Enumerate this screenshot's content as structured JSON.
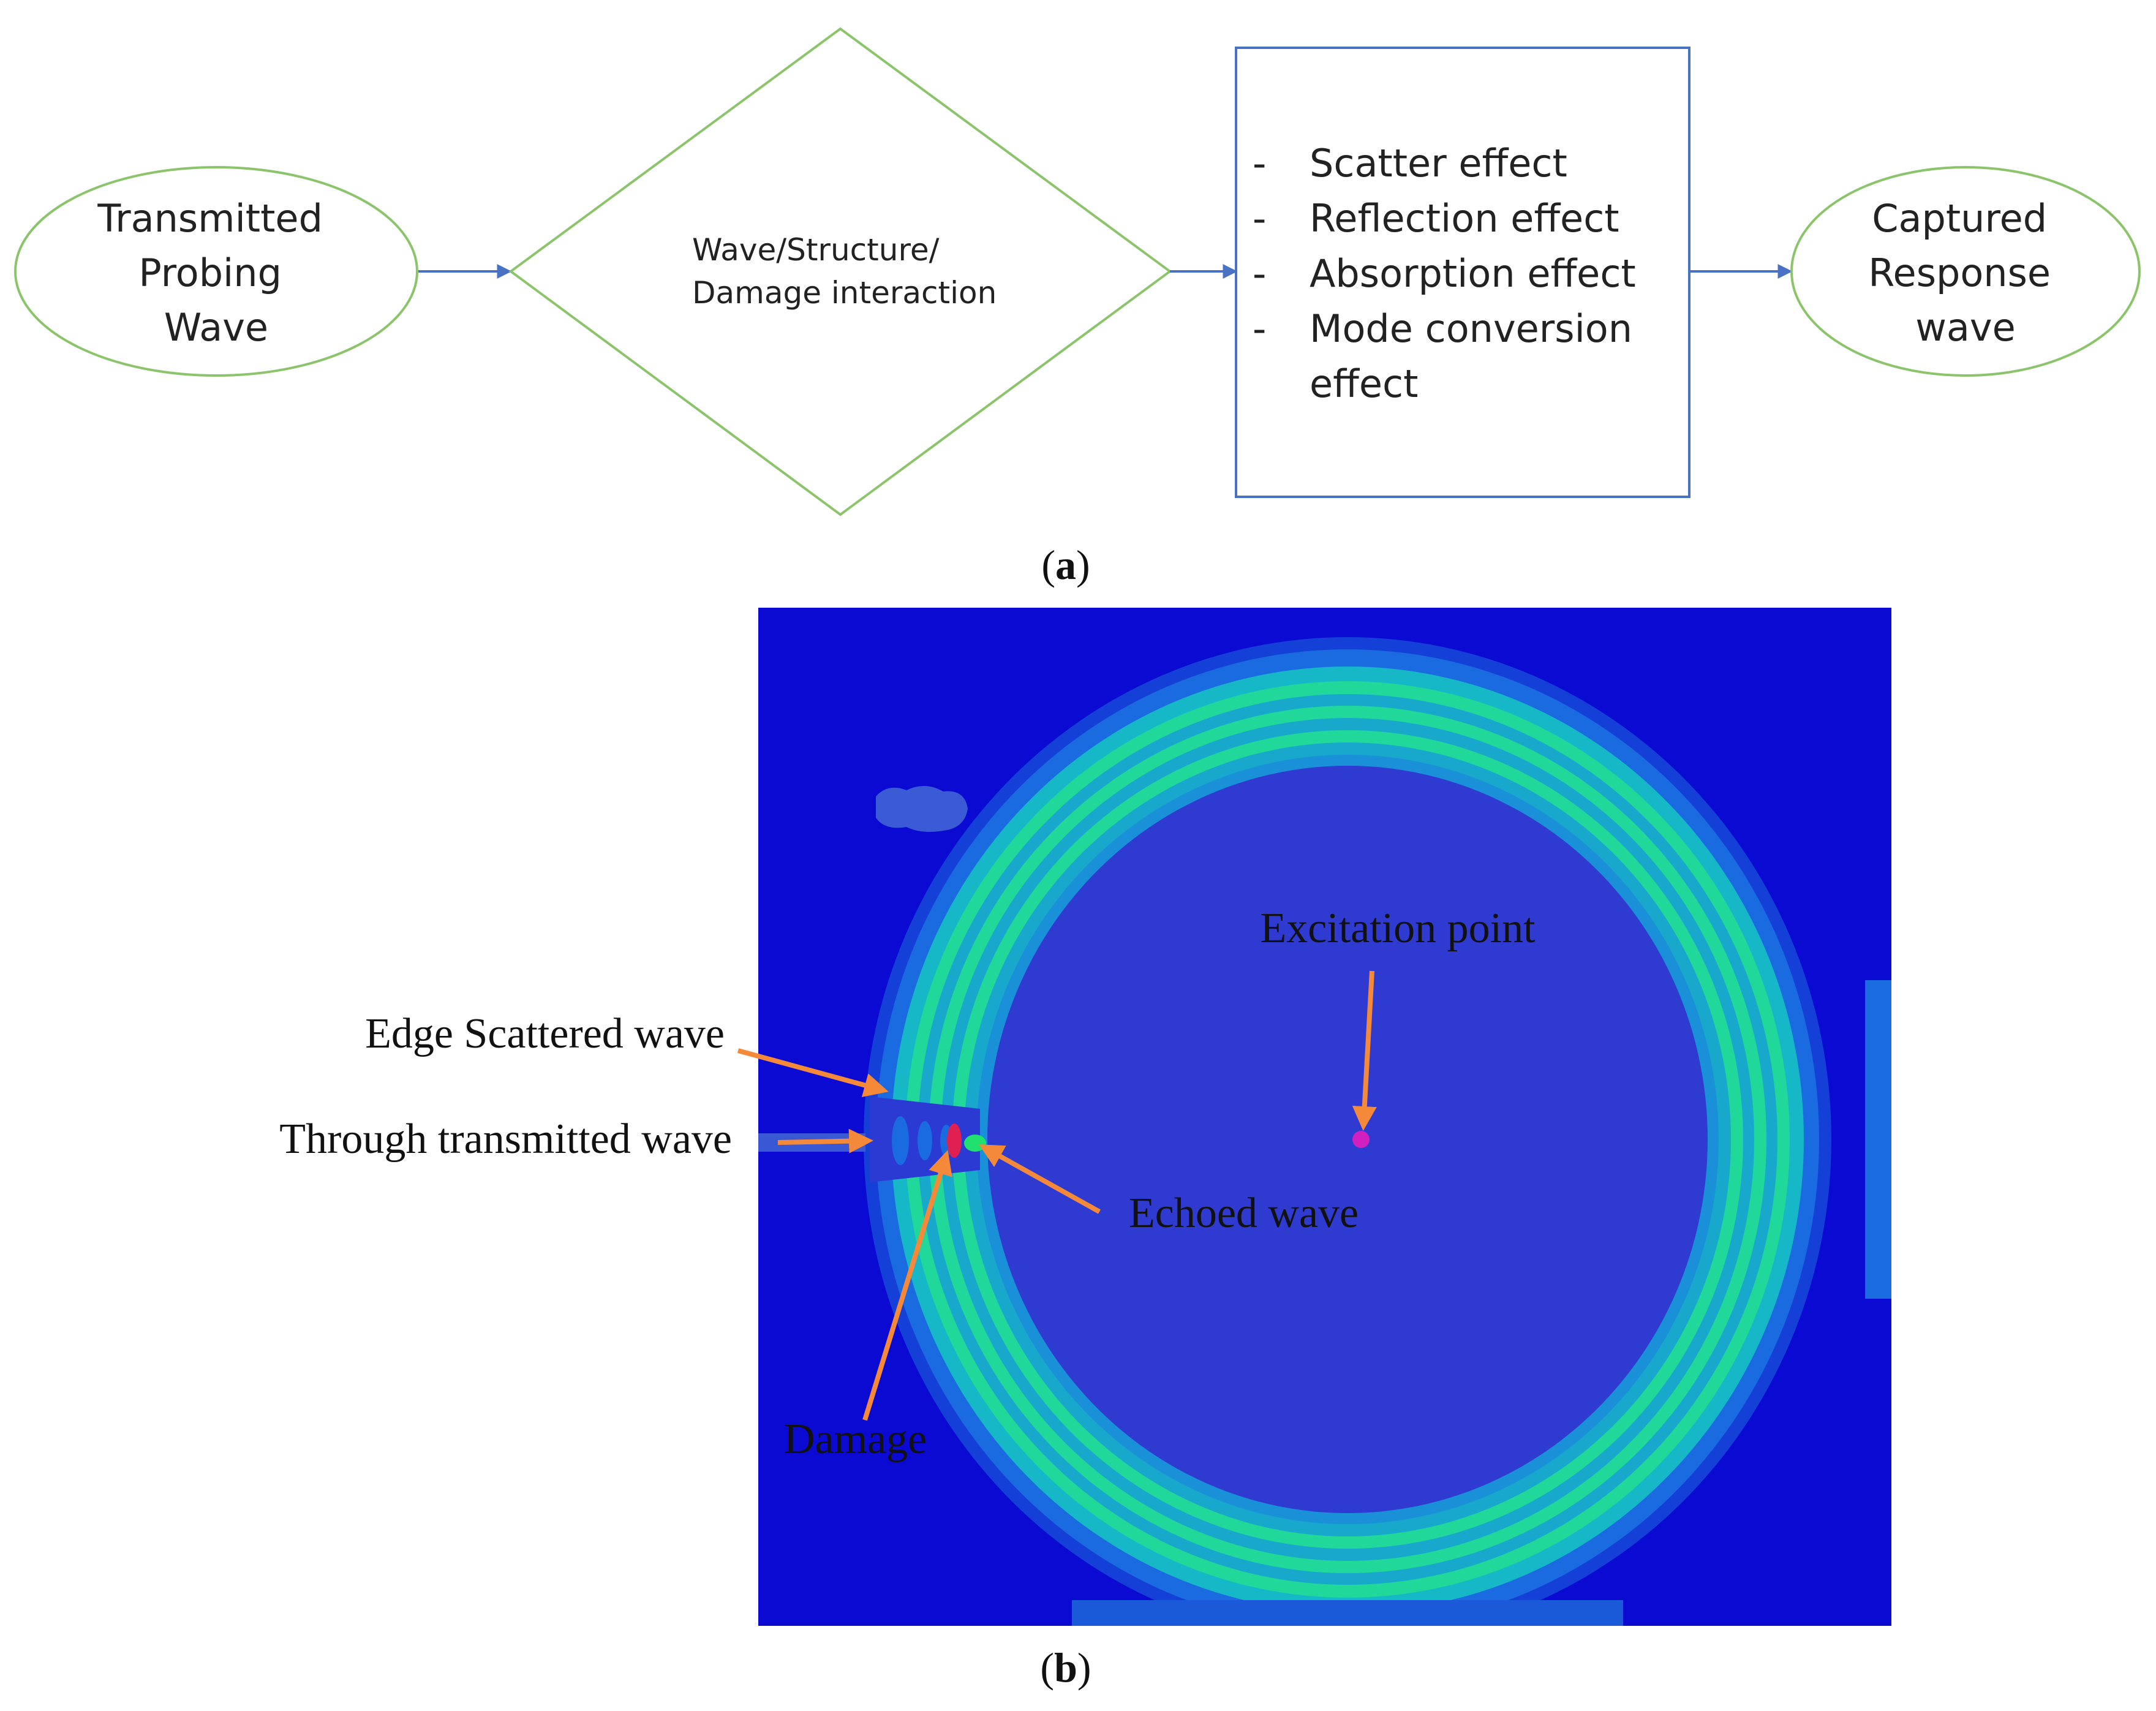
{
  "flowchart": {
    "start": {
      "lines": [
        "Transmitted",
        "Probing",
        "Wave"
      ]
    },
    "decision": {
      "lines": [
        "Wave/Structure/",
        "Damage interaction"
      ]
    },
    "effects": {
      "items": [
        {
          "dash": "-",
          "lines": [
            "Scatter effect"
          ]
        },
        {
          "dash": "-",
          "lines": [
            "Reflection effect"
          ]
        },
        {
          "dash": "-",
          "lines": [
            "Absorption effect"
          ]
        },
        {
          "dash": "-",
          "lines": [
            "Mode conversion",
            "effect"
          ]
        }
      ]
    },
    "end": {
      "lines": [
        "Captured",
        "Response",
        "wave"
      ]
    }
  },
  "panel_labels": {
    "a": {
      "open": "(",
      "letter": "a",
      "close": ")"
    },
    "b": {
      "open": "(",
      "letter": "b",
      "close": ")"
    }
  },
  "simulation": {
    "annotations": {
      "excitation": "Excitation point",
      "edge_scattered": "Edge Scattered wave",
      "through_transmitted": "Through transmitted wave",
      "echoed": "Echoed wave",
      "damage": "Damage"
    }
  },
  "colors": {
    "flow_node_stroke": "#8cc46c",
    "effects_box_stroke": "#4a72c4",
    "connector": "#4a72c4",
    "sim_background": "#0a0ad2",
    "sim_interior": "#2e3ad0",
    "wave_ring": "#1fd89a",
    "annotation_arrow": "#f5893a",
    "excitation_marker": "#d020c0",
    "damage_marker": "#e02050"
  }
}
